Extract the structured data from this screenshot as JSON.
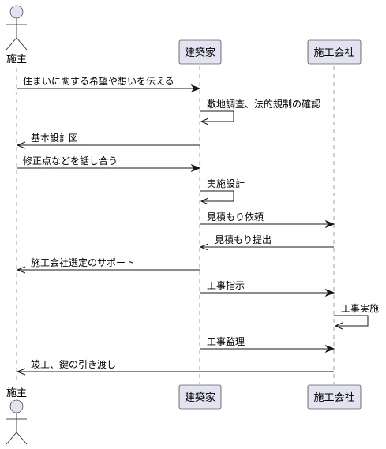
{
  "participants": {
    "owner": "施主",
    "architect": "建築家",
    "contractor": "施工会社"
  },
  "messages": [
    {
      "from": "owner",
      "to": "architect",
      "text": "住まいに関する希望や想いを伝える"
    },
    {
      "from": "architect",
      "to": "architect",
      "text": "敷地調査、法的規制の確認"
    },
    {
      "from": "architect",
      "to": "owner",
      "text": "基本設計図"
    },
    {
      "from": "owner",
      "to": "architect",
      "text": "修正点などを話し合う"
    },
    {
      "from": "architect",
      "to": "architect",
      "text": "実施設計"
    },
    {
      "from": "architect",
      "to": "contractor",
      "text": "見積もり依頼"
    },
    {
      "from": "contractor",
      "to": "architect",
      "text": "見積もり提出"
    },
    {
      "from": "architect",
      "to": "owner",
      "text": "施工会社選定のサポート"
    },
    {
      "from": "architect",
      "to": "contractor",
      "text": "工事指示"
    },
    {
      "from": "contractor",
      "to": "contractor",
      "text": "工事実施"
    },
    {
      "from": "architect",
      "to": "contractor",
      "text": "工事監理"
    },
    {
      "from": "contractor",
      "to": "owner",
      "text": "竣工、鍵の引き渡し"
    }
  ]
}
